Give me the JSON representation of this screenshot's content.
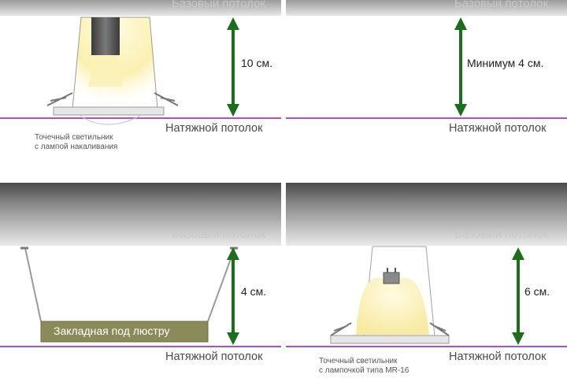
{
  "colors": {
    "concrete": "#8a8a8a",
    "stretch_line": "#b14fc7",
    "arrow": "#1b6f1b",
    "mount_plate": "#8b8a5a",
    "lamp_glow": "#fdf3b3"
  },
  "panels": [
    {
      "id": "top-left",
      "base_ceiling": "Базовый потолок",
      "stretch_ceiling": "Натяжной потолок",
      "distance": "10 см.",
      "caption": [
        "Точечный светильник",
        "с лампой накаливания"
      ]
    },
    {
      "id": "top-right",
      "base_ceiling": "Базовый потолок",
      "stretch_ceiling": "Натяжной потолок",
      "distance": "Минимум 4 см."
    },
    {
      "id": "bottom-left",
      "base_ceiling": "Базовый потолок",
      "stretch_ceiling": "Натяжной потолок",
      "distance": "4 см.",
      "mount_label": "Закладная под люстру"
    },
    {
      "id": "bottom-right",
      "base_ceiling": "Базовый потолок",
      "stretch_ceiling": "Натяжной потолок",
      "distance": "6 см.",
      "caption": [
        "Точечный светильник",
        "с лампочкой типа MR-16"
      ]
    }
  ]
}
